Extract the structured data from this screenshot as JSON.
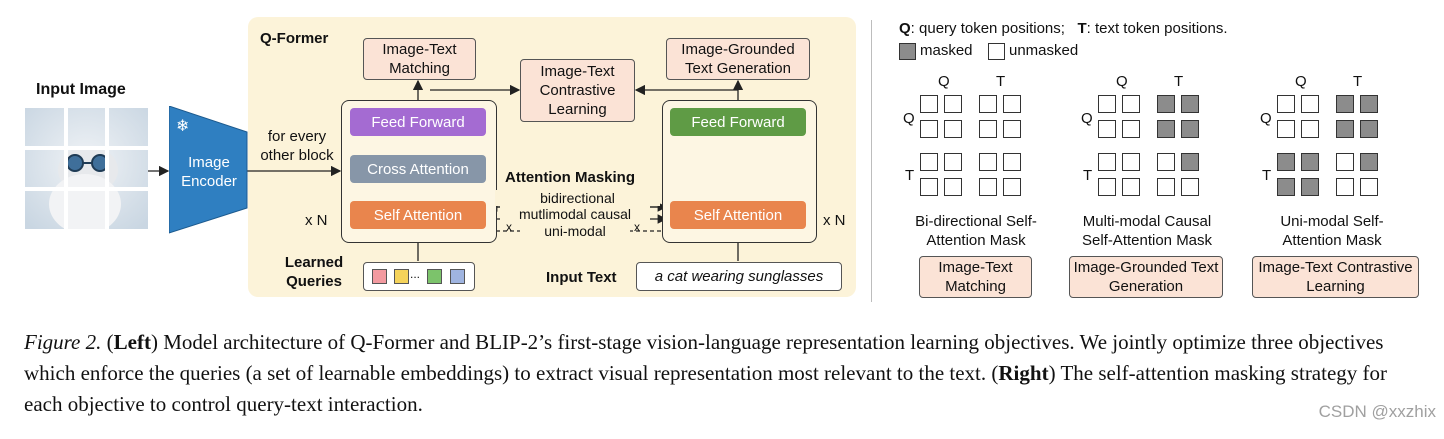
{
  "left": {
    "input_image_label": "Input Image",
    "snowflake_icon": "snowflake-icon",
    "image_encoder_label": "Image Encoder",
    "for_every_other_block": "for every other block",
    "qformer_title": "Q-Former",
    "itm_label": "Image-Text Matching",
    "itc_label": "Image-Text Contrastive Learning",
    "itg_label": "Image-Grounded Text Generation",
    "feed_forward": "Feed Forward",
    "cross_attention": "Cross Attention",
    "self_attention": "Self Attention",
    "times_n": "x N",
    "attention_masking": "Attention Masking",
    "mask_bidirectional": "bidirectional",
    "mask_causal": "mutlimodal causal",
    "mask_unimodal": "uni-modal",
    "learned_queries": "Learned Queries",
    "query_dots": "...",
    "input_text_label": "Input Text",
    "input_text_value": "a cat wearing sunglasses",
    "colors": {
      "qformer_bg": "#fcf3d9",
      "objective_bg": "#fbe3d6",
      "feed_forward_query": "#a46bd2",
      "cross_attention": "#8796a8",
      "self_attention": "#e9854d",
      "feed_forward_text": "#5f9b45",
      "encoder": "#2f7fc1"
    }
  },
  "right": {
    "legend_q_key": "Q",
    "legend_q_text": ": query token positions;",
    "legend_t_key": "T",
    "legend_t_text": ": text token positions.",
    "legend_masked": "masked",
    "legend_unmasked": "unmasked",
    "axis_q": "Q",
    "axis_t": "T",
    "masks": [
      {
        "title": "Bi-directional Self-Attention Mask",
        "objective": "Image-Text Matching",
        "grid": [
          [
            0,
            0,
            0,
            0
          ],
          [
            0,
            0,
            0,
            0
          ],
          [
            0,
            0,
            0,
            0
          ],
          [
            0,
            0,
            0,
            0
          ]
        ]
      },
      {
        "title": "Multi-modal Causal Self-Attention Mask",
        "objective": "Image-Grounded Text Generation",
        "grid": [
          [
            0,
            0,
            1,
            1
          ],
          [
            0,
            0,
            1,
            1
          ],
          [
            0,
            0,
            0,
            1
          ],
          [
            0,
            0,
            0,
            0
          ]
        ]
      },
      {
        "title": "Uni-modal Self-Attention Mask",
        "objective": "Image-Text Contrastive Learning",
        "grid": [
          [
            0,
            0,
            1,
            1
          ],
          [
            0,
            0,
            1,
            1
          ],
          [
            1,
            1,
            0,
            1
          ],
          [
            1,
            1,
            0,
            0
          ]
        ]
      }
    ]
  },
  "caption": {
    "figure_label": "Figure 2.",
    "left_label": "Left",
    "left_text": "Model architecture of Q-Former and BLIP-2’s first-stage vision-language representation learning objectives. We jointly optimize three objectives which enforce the queries (a set of learnable embeddings) to extract visual representation most relevant to the text.",
    "right_label": "Right",
    "right_text": "The self-attention masking strategy for each objective to control query-text interaction."
  },
  "watermark": "CSDN @xxzhix"
}
